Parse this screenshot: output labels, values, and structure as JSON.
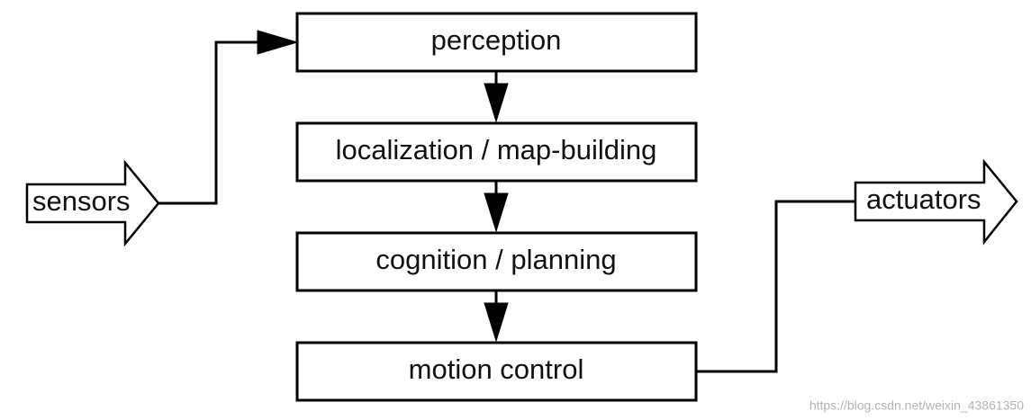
{
  "nodes": {
    "perception": "perception",
    "localization": "localization / map-building",
    "cognition": "cognition / planning",
    "motion_control": "motion control"
  },
  "io": {
    "input": "sensors",
    "output": "actuators"
  },
  "watermark": "https://blog.csdn.net/weixin_43861350",
  "colors": {
    "stroke": "#000000",
    "background": "#ffffff",
    "watermark": "#b3b3b3"
  }
}
